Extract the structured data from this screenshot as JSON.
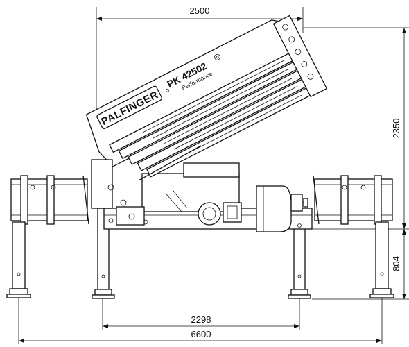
{
  "dimensions": {
    "width_top": "2500",
    "height_right": "2350",
    "leg_height": "804",
    "inner_span": "2298",
    "total_span": "6600"
  },
  "branding": {
    "logo": "PALFINGER",
    "model": "PK 42502",
    "subtitle": "Performance"
  }
}
